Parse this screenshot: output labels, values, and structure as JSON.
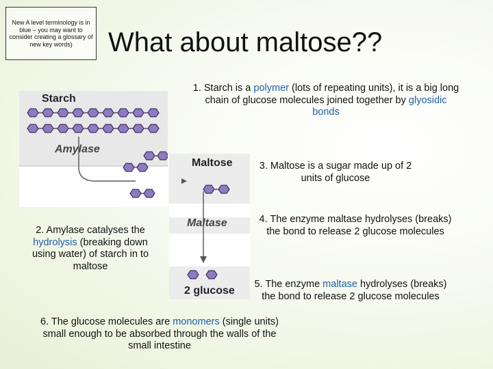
{
  "note": "New A level terminology is in blue – you may want to consider creating a glossary of new key words)",
  "title": "What about maltose??",
  "diagram": {
    "starch_label": "Starch",
    "amylase_label": "Amylase",
    "maltose_label": "Maltose",
    "maltase_label": "Maltase",
    "glucose_label": "2 glucose"
  },
  "point1": {
    "a": "1. Starch is a ",
    "b": "polymer",
    "c": " (lots of repeating units), it is a big long chain of glucose molecules joined together by ",
    "d": "glyosidic bonds"
  },
  "point2": {
    "a": "2. Amylase catalyses the ",
    "b": "hydrolysis",
    "c": " (breaking down using water) of starch in to maltose"
  },
  "point3": "3. Maltose is a sugar made up of 2 units of glucose",
  "point4": "4. The enzyme maltase hydrolyses (breaks) the bond to release 2 glucose molecules",
  "point5": {
    "a": "5. The enzyme ",
    "b": "maltase",
    "c": " hydrolyses (breaks) the bond to release 2 glucose molecules"
  },
  "point6": {
    "a": "6. The glucose molecules are ",
    "b": "monomers",
    "c": " (single units) small enough to be absorbed through the walls of the small intestine"
  },
  "colors": {
    "keyword": "#1f5fa8",
    "molecule_fill": "#8f7bbf",
    "molecule_stroke": "#3d2f66"
  }
}
